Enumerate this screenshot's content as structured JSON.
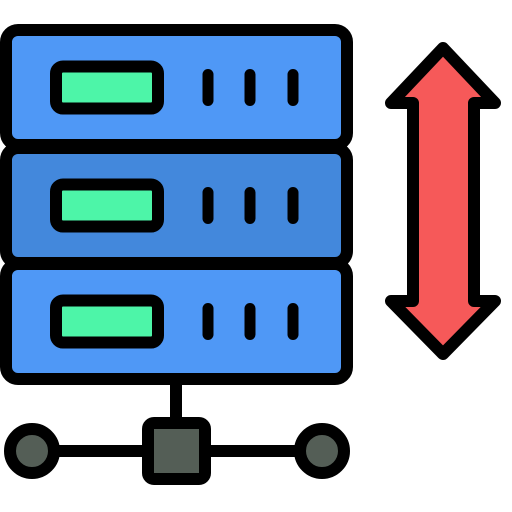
{
  "icon": {
    "name": "server-network-transfer-icon",
    "colors": {
      "outline": "#000000",
      "rack_light": "#4f98f6",
      "rack_mid": "#4388dc",
      "drive_slot": "#4df5a8",
      "arrow": "#f65959",
      "network_node": "#545e56",
      "background": "#ffffff"
    },
    "rack_units": [
      {
        "name": "server-unit-top",
        "fill": "rack_light"
      },
      {
        "name": "server-unit-middle",
        "fill": "rack_mid"
      },
      {
        "name": "server-unit-bottom",
        "fill": "rack_light"
      }
    ],
    "indicator_lights_per_unit": 3
  }
}
